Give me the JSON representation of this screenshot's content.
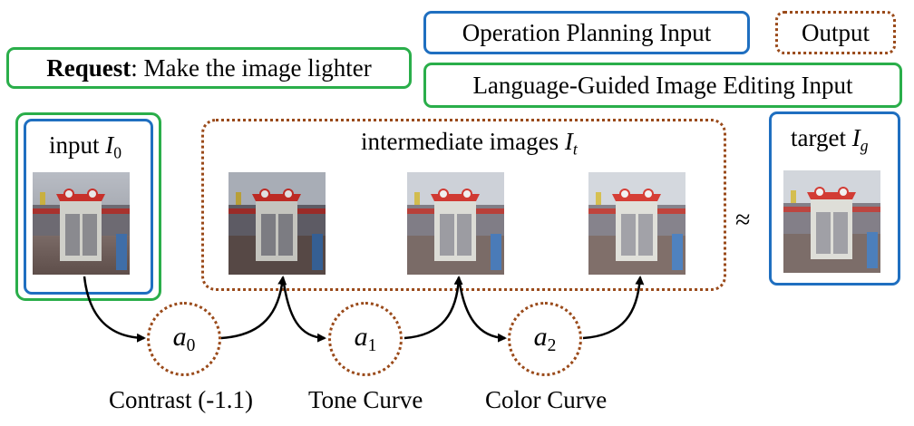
{
  "legend": {
    "operation_planning_input": "Operation Planning Input",
    "output": "Output",
    "language_guided_input": "Language-Guided Image Editing Input"
  },
  "request": {
    "bold": "Request",
    "text": ": Make the image lighter"
  },
  "input": {
    "label": "input ",
    "var": "I",
    "sub": "0"
  },
  "intermediate": {
    "label": "intermediate images ",
    "var": "I",
    "sub": "t"
  },
  "target": {
    "label": "target ",
    "var": "I",
    "sub": "g"
  },
  "approx_symbol": "≈",
  "operations": [
    {
      "var": "a",
      "sub": "0",
      "label": "Contrast (-1.1)"
    },
    {
      "var": "a",
      "sub": "1",
      "label": "Tone Curve"
    },
    {
      "var": "a",
      "sub": "2",
      "label": "Color Curve"
    }
  ],
  "colors": {
    "blue_border": "#1f6fc0",
    "green_border": "#2aae4a",
    "dotted_brown": "#9a4a1a"
  }
}
